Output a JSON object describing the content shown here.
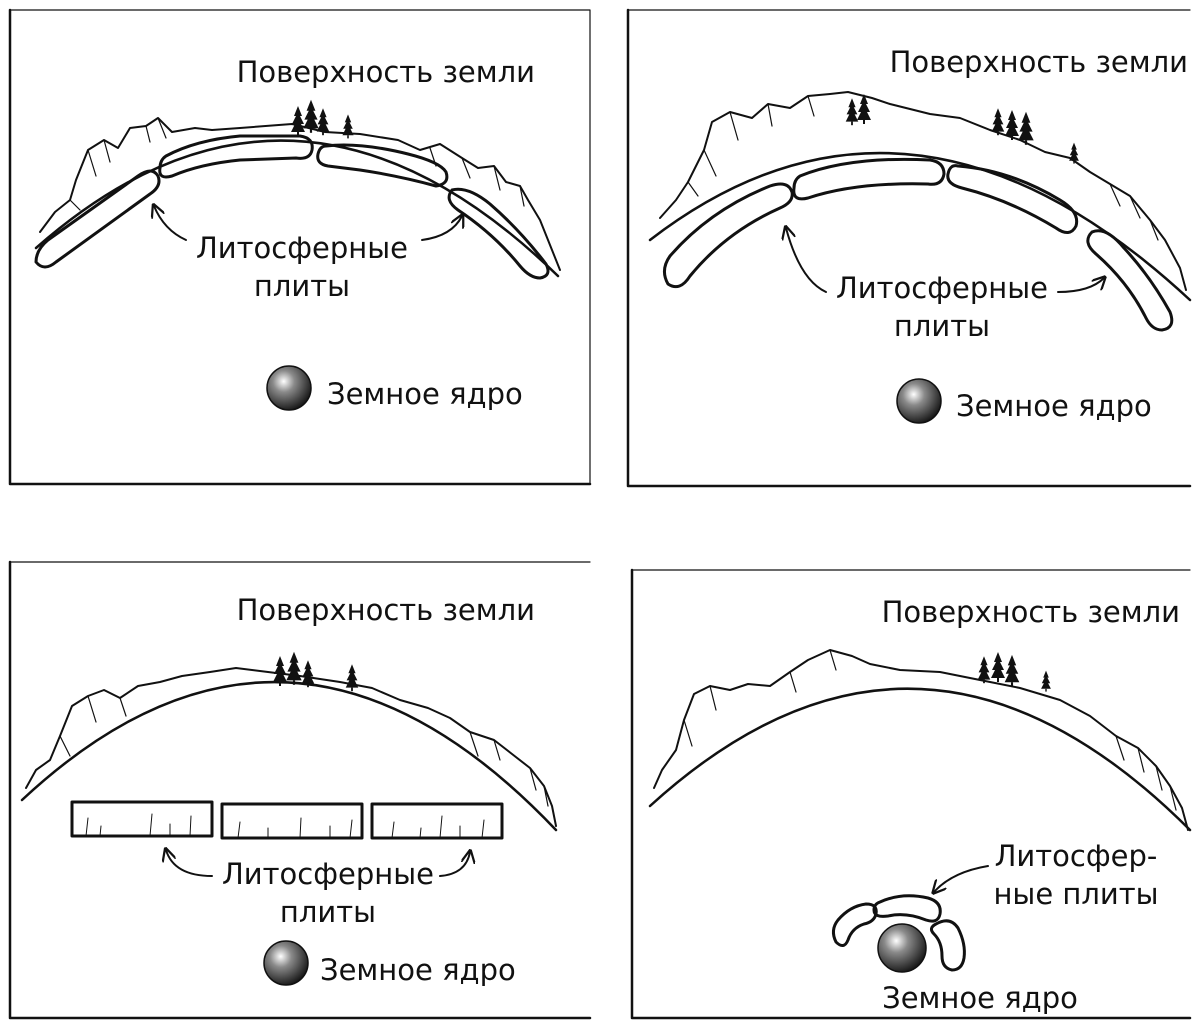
{
  "panels": [
    {
      "surface_label": "Поверхность земли",
      "plates_label_line1": "Литосферные",
      "plates_label_line2": "плиты",
      "core_label": "Земное ядро"
    },
    {
      "surface_label": "Поверхность земли",
      "plates_label_line1": "Литосферные",
      "plates_label_line2": "плиты",
      "core_label": "Земное ядро"
    },
    {
      "surface_label": "Поверхность земли",
      "plates_label_line1": "Литосферные",
      "plates_label_line2": "плиты",
      "core_label": "Земное ядро"
    },
    {
      "surface_label": "Поверхность земли",
      "plates_label_line1": "Литосфер-",
      "plates_label_line2": "ные плиты",
      "core_label": "Земное ядро"
    }
  ],
  "colors": {
    "ink": "#111111",
    "paper": "#ffffff"
  }
}
